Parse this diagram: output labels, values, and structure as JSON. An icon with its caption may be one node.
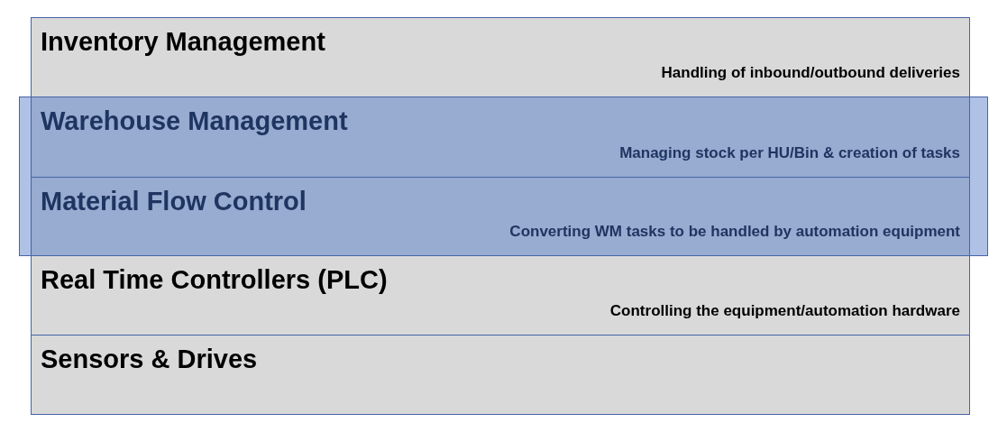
{
  "diagram": {
    "nodes": [
      {
        "text": [
          "Inventory Management",
          "Handling of inbound/outbound deliveries"
        ]
      },
      {
        "text": [],
        "shape": "box"
      },
      {
        "text": [
          "Warehouse Management",
          "Managing stock per HU/Bin & creation of tasks"
        ],
        "in": 1
      },
      {
        "text": [
          "Material Flow Control",
          "Converting WM tasks to be handled by automation equipment"
        ],
        "in": 1
      },
      {
        "text": [
          "Real Time Controllers (PLC)",
          "Controlling the equipment/automation hardware"
        ]
      },
      {
        "text": [
          "Sensors & Drives"
        ]
      }
    ]
  }
}
